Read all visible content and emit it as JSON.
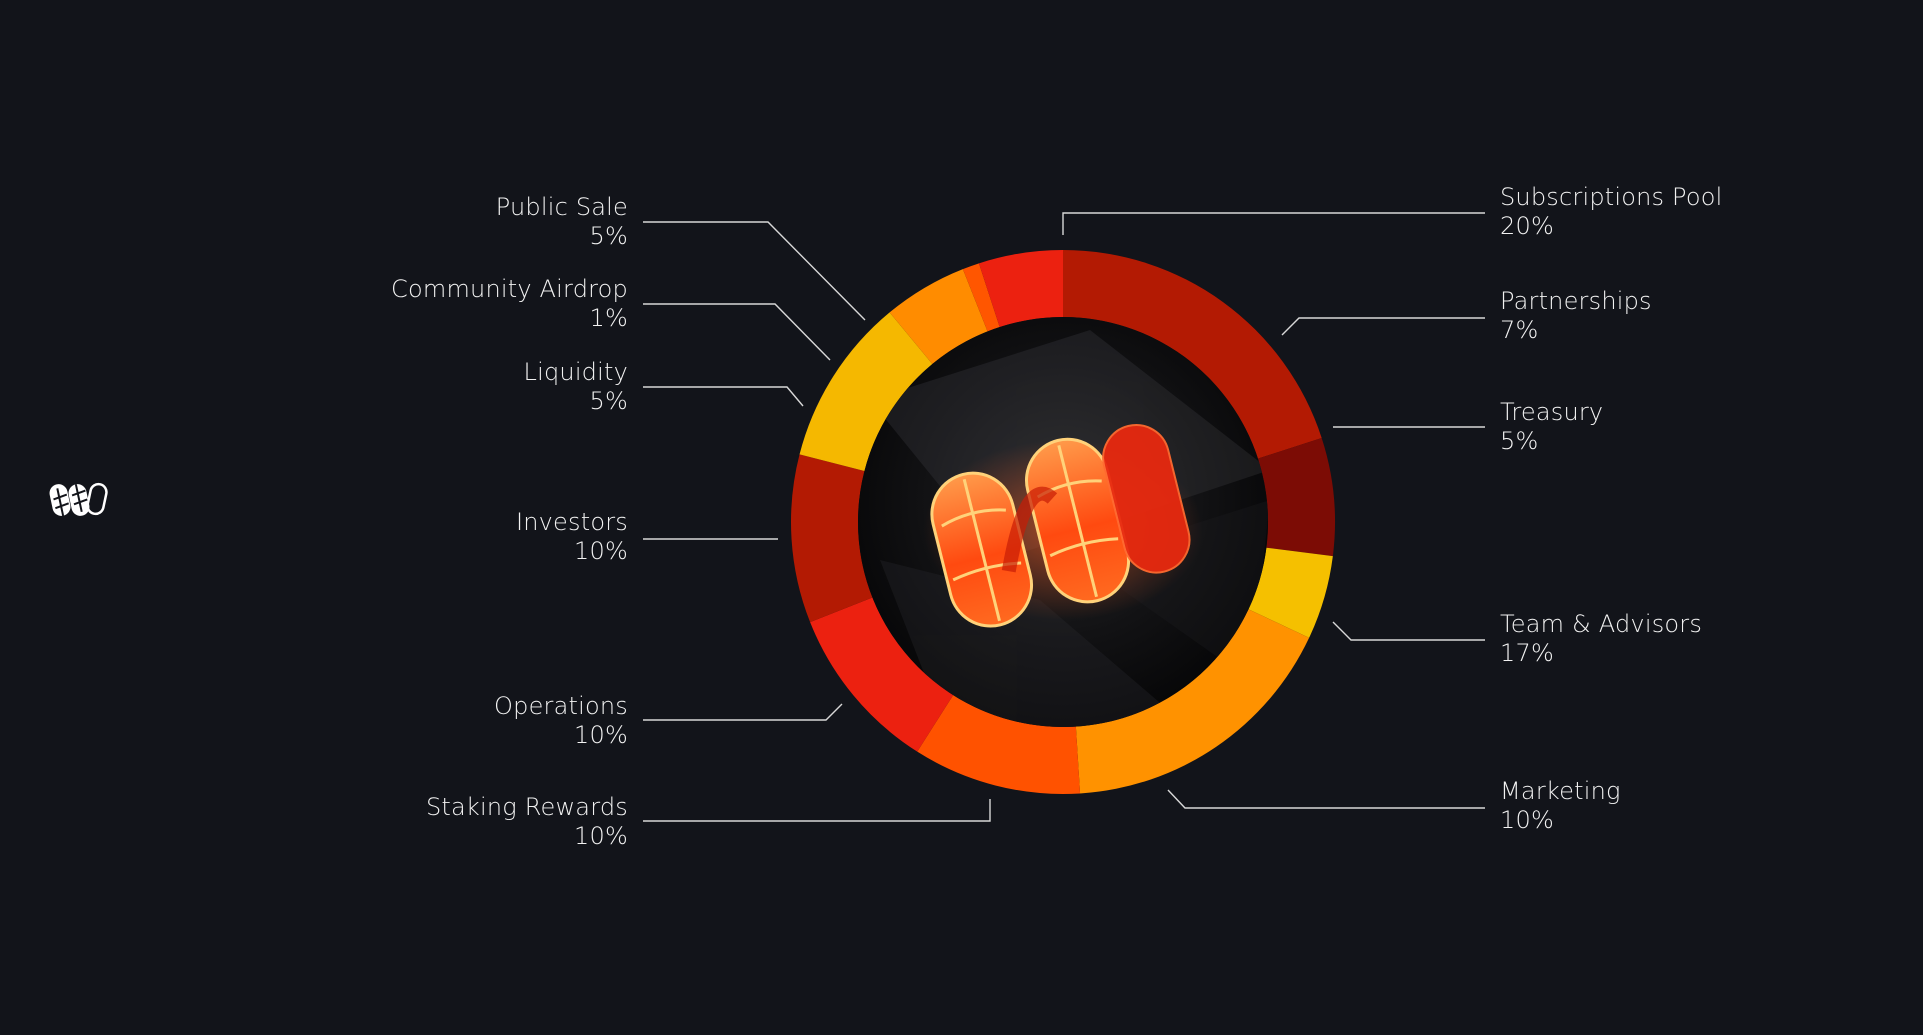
{
  "chart_data": {
    "type": "pie",
    "style": "donut",
    "categories": [
      "Subscriptions Pool",
      "Partnerships",
      "Treasury",
      "Team & Advisors",
      "Marketing",
      "Staking Rewards",
      "Operations",
      "Investors",
      "Liquidity",
      "Community Airdrop",
      "Public Sale"
    ],
    "values": [
      20,
      7,
      5,
      17,
      10,
      10,
      10,
      10,
      5,
      1,
      5
    ],
    "value_labels": [
      "20%",
      "7%",
      "5%",
      "17%",
      "10%",
      "10%",
      "10%",
      "10%",
      "5%",
      "1%",
      "5%"
    ],
    "colors": [
      "#b31a03",
      "#7c0c05",
      "#f5c000",
      "#ff9200",
      "#ff5200",
      "#ec2110",
      "#b31a03",
      "#f5b800",
      "#ff8c00",
      "#ff5600",
      "#ec2110"
    ],
    "legend": "callouts",
    "title": ""
  }
}
